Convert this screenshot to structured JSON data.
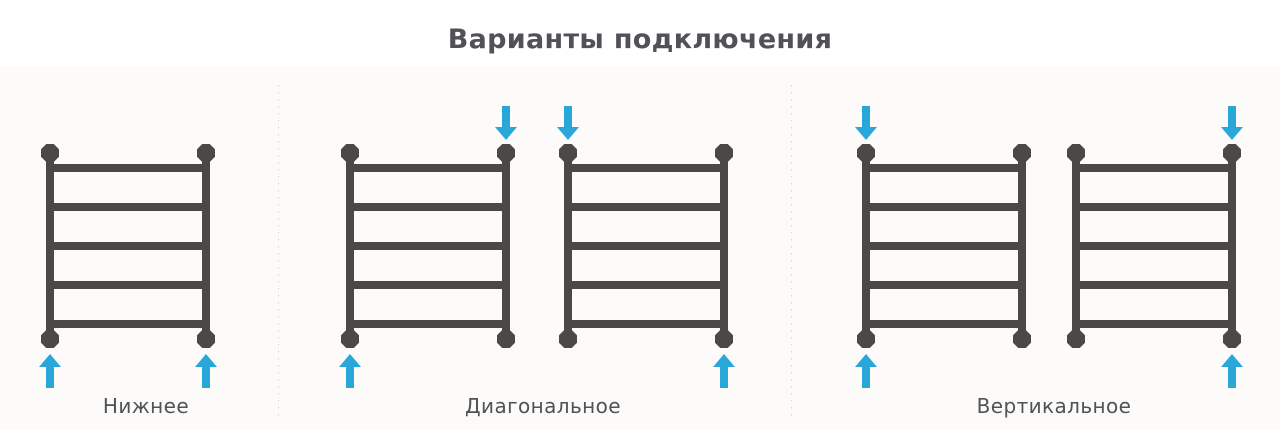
{
  "title": "Варианты подключения",
  "colors": {
    "rail": "#4b4846",
    "arrow": "#29a7d9",
    "divider": "#d7d5d1",
    "band_bg": "#fcfbf9",
    "text": "#515257"
  },
  "groups": [
    {
      "label": "Нижнее"
    },
    {
      "label": "Диагональное"
    },
    {
      "label": "Вертикальное"
    }
  ],
  "ladders": [
    {
      "group": "Нижнее",
      "rungs": 5,
      "arrows": [
        {
          "corner": "bottom-left",
          "dir": "up"
        },
        {
          "corner": "bottom-right",
          "dir": "up"
        }
      ]
    },
    {
      "group": "Диагональное",
      "rungs": 5,
      "arrows": [
        {
          "corner": "top-right",
          "dir": "down"
        },
        {
          "corner": "bottom-left",
          "dir": "up"
        }
      ]
    },
    {
      "group": "Диагональное",
      "rungs": 5,
      "arrows": [
        {
          "corner": "top-left",
          "dir": "down"
        },
        {
          "corner": "bottom-right",
          "dir": "up"
        }
      ]
    },
    {
      "group": "Вертикальное",
      "rungs": 5,
      "arrows": [
        {
          "corner": "top-left",
          "dir": "down"
        },
        {
          "corner": "bottom-left",
          "dir": "up"
        }
      ]
    },
    {
      "group": "Вертикальное",
      "rungs": 5,
      "arrows": [
        {
          "corner": "top-right",
          "dir": "down"
        },
        {
          "corner": "bottom-right",
          "dir": "up"
        }
      ]
    }
  ]
}
